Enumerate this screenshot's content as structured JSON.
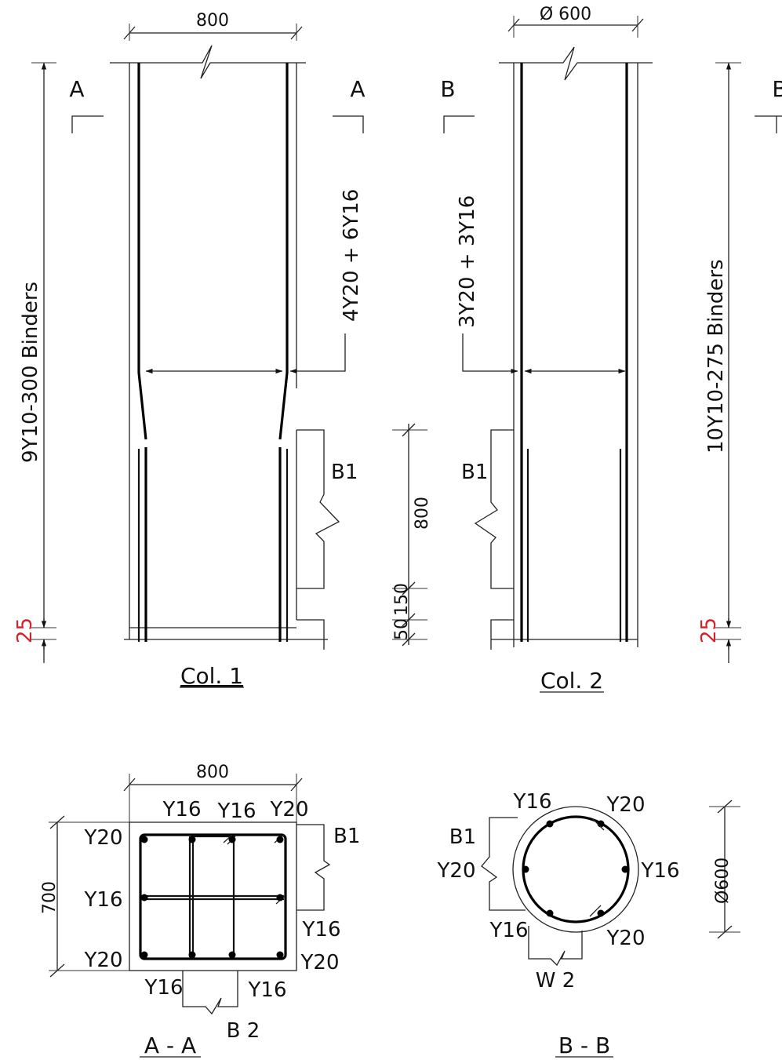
{
  "col1": {
    "width_dim": "800",
    "sec_left": "A",
    "sec_right": "A",
    "binders": "9Y10-300 Binders",
    "bars": "4Y20 + 6Y16",
    "beam": "B1",
    "cover": "25",
    "title": "Col. 1"
  },
  "col2": {
    "width_dim": "Ø 600",
    "sec_left": "B",
    "sec_right": "B",
    "binders": "10Y10-275 Binders",
    "bars": "3Y20 + 3Y16",
    "beam": "B1",
    "cover": "25",
    "title": "Col. 2"
  },
  "beam_dims": {
    "depth": "800",
    "step": "150",
    "base": "50"
  },
  "section_aa": {
    "width_dim": "800",
    "depth_dim": "700",
    "title": "A - A",
    "beam_top": "B1",
    "beam_bottom": "B 2",
    "labels": {
      "top_1": "Y16",
      "top_2": "Y16",
      "top_3": "Y20",
      "left_top": "Y20",
      "left_mid": "Y16",
      "left_bot": "Y20",
      "right_mid": "Y16",
      "right_bot": "Y20",
      "bot_1": "Y16",
      "bot_2": "Y16"
    }
  },
  "section_bb": {
    "dia_dim": "Ø600",
    "title": "B - B",
    "beam_left": "B1",
    "beam_bottom": "W 2",
    "labels": {
      "top_left": "Y16",
      "top_right": "Y20",
      "left": "Y20",
      "right": "Y16",
      "bot_left": "Y16",
      "bot_right": "Y20"
    }
  },
  "colors": {
    "line": "#000000",
    "highlight": "#d8202a"
  }
}
